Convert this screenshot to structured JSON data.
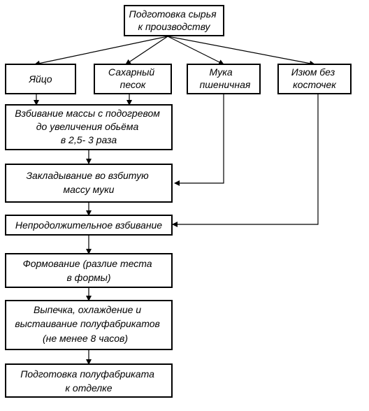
{
  "nodes": {
    "prep": {
      "lines": [
        "Подготовка сырья",
        "к производству"
      ]
    },
    "egg": {
      "lines": [
        "Яйцо"
      ]
    },
    "sugar": {
      "lines": [
        "Сахарный",
        "песок"
      ]
    },
    "flour": {
      "lines": [
        "Мука",
        "пшеничная"
      ]
    },
    "raisin": {
      "lines": [
        "Изюм без",
        "косточек"
      ]
    },
    "whip": {
      "lines": [
        "Взбивание массы с подогревом",
        "до увеличения обьёма",
        "в 2,5- 3 раза"
      ]
    },
    "add_flour": {
      "lines": [
        "Закладывание во взбитую",
        "массу муки"
      ]
    },
    "short_whip": {
      "lines": [
        "Непродолжительное взбивание"
      ]
    },
    "forming": {
      "lines": [
        "Формование (разлие теста",
        "в формы)"
      ]
    },
    "baking": {
      "lines": [
        "Выпечка, охлаждение и",
        "выстаивание полуфабрикатов",
        "(не менее 8 часов)"
      ]
    },
    "finish": {
      "lines": [
        "Подготовка полуфабриката",
        "к отделке"
      ]
    }
  }
}
